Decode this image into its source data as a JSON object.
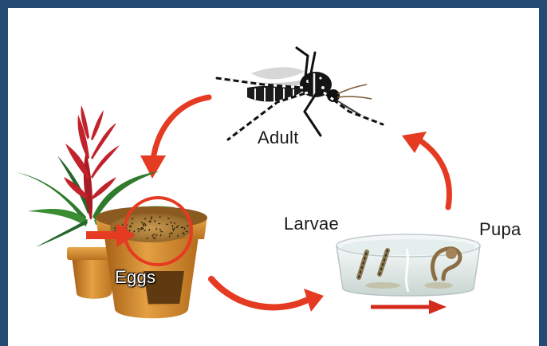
{
  "stages": {
    "adult": "Adult",
    "eggs": "Eggs",
    "larvae": "Larvae",
    "pupa": "Pupa"
  },
  "colors": {
    "frame": "#234a73",
    "arrow": "#e53b22",
    "pot": "#d7892a",
    "container_water": "#d8e4e4"
  }
}
